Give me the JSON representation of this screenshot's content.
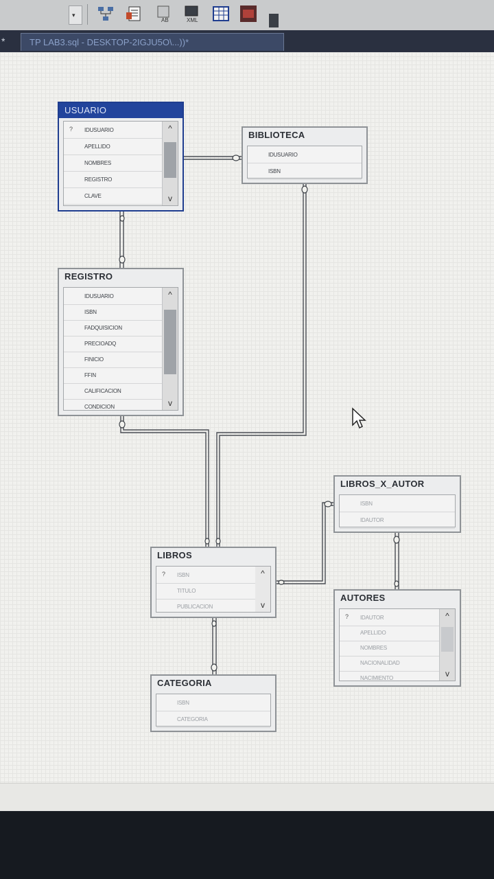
{
  "tab": {
    "modified_marker": "*",
    "title": "TP LAB3.sql - DESKTOP-2IGJU5O\\...))*"
  },
  "toolbar": {
    "dropdown_arrow": "▾"
  },
  "tables": {
    "usuario": {
      "name": "USUARIO",
      "key_marker": "?",
      "columns": [
        "IDUSUARIO",
        "APELLIDO",
        "NOMBRES",
        "REGISTRO",
        "CLAVE"
      ],
      "scroll_up": "^",
      "scroll_down": "v"
    },
    "biblioteca": {
      "name": "BIBLIOTECA",
      "columns": [
        "IDUSUARIO",
        "ISBN"
      ]
    },
    "registro": {
      "name": "REGISTRO",
      "columns": [
        "IDUSUARIO",
        "ISBN",
        "FADQUISICION",
        "PRECIOADQ",
        "FINICIO",
        "FFIN",
        "CALIFICACION",
        "CONDICION"
      ],
      "scroll_up": "^",
      "scroll_down": "v"
    },
    "libros_x_autor": {
      "name": "LIBROS_X_AUTOR",
      "columns": [
        "ISBN",
        "IDAUTOR"
      ]
    },
    "libros": {
      "name": "LIBROS",
      "key_marker": "?",
      "columns": [
        "ISBN",
        "TITULO",
        "PUBLICACION"
      ],
      "scroll_up": "^",
      "scroll_down": "v"
    },
    "autores": {
      "name": "AUTORES",
      "key_marker": "?",
      "columns": [
        "IDAUTOR",
        "APELLIDO",
        "NOMBRES",
        "NACIONALIDAD",
        "NACIMIENTO"
      ],
      "scroll_up": "^",
      "scroll_down": "v"
    },
    "categoria": {
      "name": "CATEGORIA",
      "columns": [
        "ISBN",
        "CATEGORIA"
      ]
    }
  },
  "colors": {
    "selected_title": "#22449c",
    "canvas": "#f1f1ee",
    "taskbar": "#161a20"
  }
}
